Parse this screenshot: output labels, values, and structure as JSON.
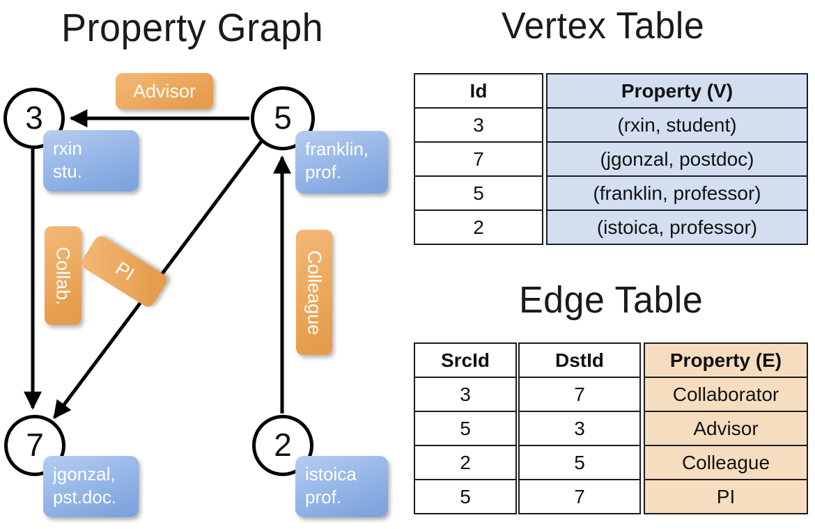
{
  "titles": {
    "property_graph": "Property Graph",
    "vertex_table": "Vertex Table",
    "edge_table": "Edge Table"
  },
  "graph": {
    "nodes": [
      {
        "id": "3",
        "property_lines": [
          "rxin",
          "stu."
        ]
      },
      {
        "id": "5",
        "property_lines": [
          "franklin,",
          "prof."
        ]
      },
      {
        "id": "7",
        "property_lines": [
          "jgonzal,",
          "pst.doc."
        ]
      },
      {
        "id": "2",
        "property_lines": [
          "istoica",
          "prof."
        ]
      }
    ],
    "node_labels": {
      "n3": "3",
      "n5": "5",
      "n7": "7",
      "n2": "2"
    },
    "property_boxes": {
      "rxin_line1": "rxin",
      "rxin_line2": "stu.",
      "franklin_line1": "franklin,",
      "franklin_line2": "prof.",
      "jgonzal_line1": "jgonzal,",
      "jgonzal_line2": "pst.doc.",
      "istoica_line1": "istoica",
      "istoica_line2": "prof."
    },
    "edge_labels": {
      "advisor": "Advisor",
      "collab": "Collab.",
      "pi": "PI",
      "colleague": "Colleague"
    },
    "edges": [
      {
        "from": "5",
        "to": "3",
        "label": "Advisor"
      },
      {
        "from": "3",
        "to": "7",
        "label": "Collab."
      },
      {
        "from": "5",
        "to": "7",
        "label": "PI"
      },
      {
        "from": "2",
        "to": "5",
        "label": "Colleague"
      }
    ]
  },
  "vertex_table": {
    "headers": {
      "id": "Id",
      "property": "Property (V)"
    },
    "rows": [
      {
        "id": "3",
        "property": "(rxin, student)"
      },
      {
        "id": "7",
        "property": "(jgonzal, postdoc)"
      },
      {
        "id": "5",
        "property": "(franklin, professor)"
      },
      {
        "id": "2",
        "property": "(istoica, professor)"
      }
    ]
  },
  "edge_table": {
    "headers": {
      "src": "SrcId",
      "dst": "DstId",
      "property": "Property (E)"
    },
    "rows": [
      {
        "src": "3",
        "dst": "7",
        "property": "Collaborator"
      },
      {
        "src": "5",
        "dst": "3",
        "property": "Advisor"
      },
      {
        "src": "2",
        "dst": "5",
        "property": "Colleague"
      },
      {
        "src": "5",
        "dst": "7",
        "property": "PI"
      }
    ]
  },
  "colors": {
    "vertex_property_cell": "#d3dff1",
    "edge_property_cell": "#f7ddc0",
    "node_property_box": "#9dbbea",
    "edge_label_box": "#eeac63",
    "stroke": "#000000"
  }
}
